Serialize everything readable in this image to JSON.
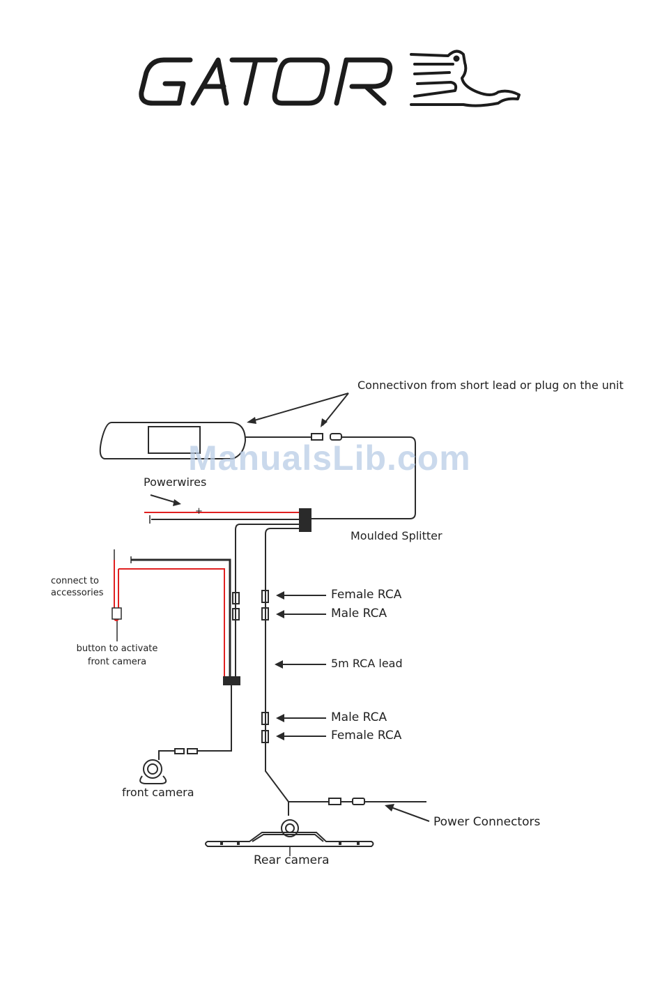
{
  "brand": {
    "logo_text": "GATOR",
    "logo_color": "#1c1c1c"
  },
  "watermark": "ManualsLib.com",
  "labels": {
    "connection": "Connectivon from short lead or plug on the unit",
    "powerwires": "Powerwires",
    "plus_sign": "+",
    "minus_sign": "-",
    "moulded_splitter": "Moulded Splitter",
    "connect_accessories_line1": "connect to",
    "connect_accessories_line2": "accessories",
    "button_line1": "button to activate",
    "button_line2": "front camera",
    "female_rca_top": "Female RCA",
    "male_rca_top": "Male RCA",
    "rca_lead": "5m RCA lead",
    "male_rca_bottom": "Male RCA",
    "female_rca_bottom": "Female RCA",
    "front_camera": "front camera",
    "power_connectors": "Power Connectors",
    "rear_camera": "Rear camera"
  },
  "colors": {
    "wire": "#2a2a2a",
    "red_wire": "#e02020",
    "text": "#222222",
    "watermark": "#b9cde6"
  }
}
